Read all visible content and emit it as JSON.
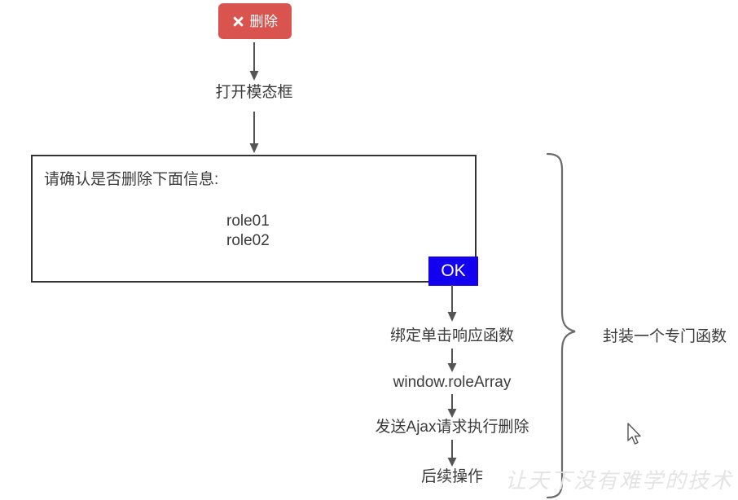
{
  "diagram": {
    "title": "delete-flow-diagram",
    "colors": {
      "delete_button_bg": "#d9534f",
      "ok_button_bg": "#1200ee",
      "arrow": "#555555",
      "dialog_border": "#333333",
      "text": "#3b3b3b",
      "watermark": "#e4e4e4"
    }
  },
  "delete_button": {
    "label": "删除",
    "icon": "close-x-icon"
  },
  "flow": {
    "step_open_modal": "打开模态框",
    "step_bind_handler": "绑定单击响应函数",
    "step_role_array": "window.roleArray",
    "step_ajax_delete": "发送Ajax请求执行删除",
    "step_followup": "后续操作"
  },
  "dialog": {
    "title": "请确认是否删除下面信息:",
    "roles": [
      "role01",
      "role02"
    ],
    "ok_label": "OK"
  },
  "brace": {
    "label": "封装一个专门函数"
  },
  "watermark": {
    "text": "让天下没有难学的技术"
  }
}
